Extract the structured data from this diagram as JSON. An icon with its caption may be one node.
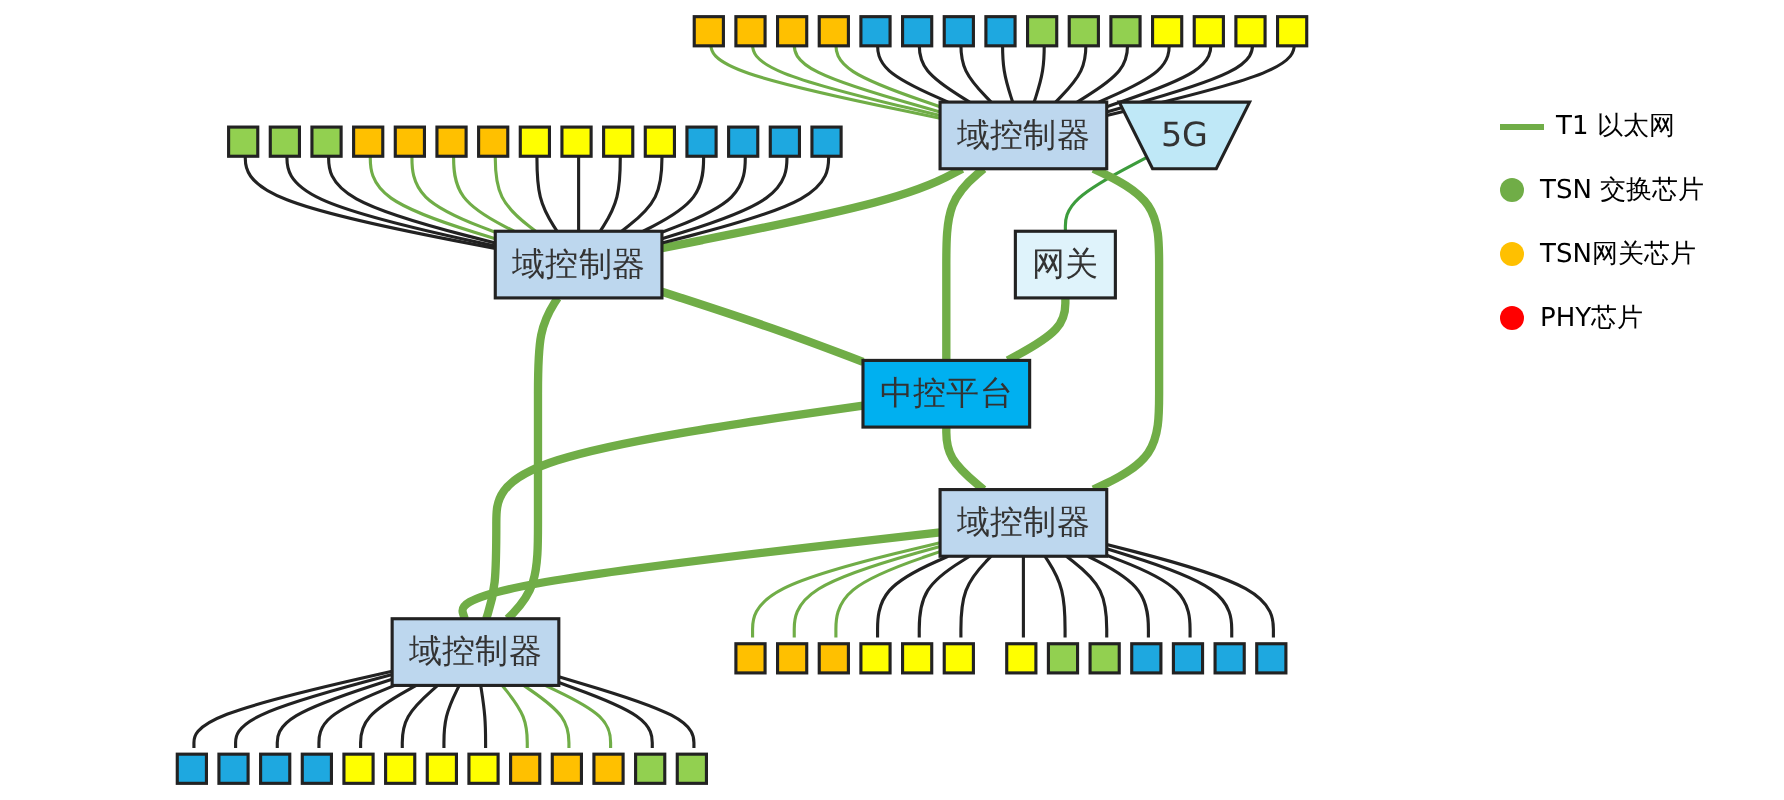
{
  "diagram": {
    "nodes": [
      {
        "text": [
          "5G"
        ]
      },
      {
        "text": [
          "网关"
        ]
      },
      {
        "text": [
          "域控制器"
        ]
      },
      {
        "text": [
          "域控制器"
        ]
      },
      {
        "text": [
          "中控平台"
        ]
      },
      {
        "text": [
          "域控制器"
        ]
      },
      {
        "text": [
          "域控制器"
        ]
      },
      {
        "text": [],
        "shape": "box"
      },
      {
        "text": [],
        "shape": "box"
      },
      {
        "text": [],
        "shape": "box"
      },
      {
        "text": [],
        "shape": "box"
      },
      {
        "text": [],
        "shape": "box"
      },
      {
        "text": [],
        "shape": "box"
      },
      {
        "text": [],
        "shape": "box"
      },
      {
        "text": [],
        "shape": "box"
      },
      {
        "text": [],
        "shape": "box"
      },
      {
        "text": [],
        "shape": "box"
      },
      {
        "text": [],
        "shape": "box"
      },
      {
        "text": [],
        "shape": "box"
      },
      {
        "text": [],
        "shape": "box"
      },
      {
        "text": [],
        "shape": "box"
      },
      {
        "text": [],
        "shape": "box"
      },
      {
        "text": [],
        "shape": "box"
      },
      {
        "text": [],
        "shape": "box"
      },
      {
        "text": [],
        "shape": "box"
      },
      {
        "text": [],
        "shape": "box"
      },
      {
        "text": [],
        "shape": "box"
      },
      {
        "text": [],
        "shape": "box"
      },
      {
        "text": [],
        "shape": "box"
      },
      {
        "text": [],
        "shape": "box"
      },
      {
        "text": [],
        "shape": "box"
      },
      {
        "text": [],
        "shape": "box"
      },
      {
        "text": [],
        "shape": "box"
      },
      {
        "text": [],
        "shape": "box"
      },
      {
        "text": [],
        "shape": "box"
      },
      {
        "text": [],
        "shape": "box"
      },
      {
        "text": [],
        "shape": "box"
      },
      {
        "text": [],
        "shape": "box"
      },
      {
        "text": [],
        "shape": "box"
      },
      {
        "text": [],
        "shape": "box"
      },
      {
        "text": [],
        "shape": "box"
      },
      {
        "text": [],
        "shape": "box"
      },
      {
        "text": [],
        "shape": "box"
      },
      {
        "text": [],
        "shape": "box"
      },
      {
        "text": [],
        "shape": "box"
      },
      {
        "text": [],
        "shape": "box"
      },
      {
        "text": [],
        "shape": "box"
      },
      {
        "text": [],
        "shape": "box"
      },
      {
        "text": [],
        "shape": "box"
      },
      {
        "text": [],
        "shape": "box"
      },
      {
        "text": [],
        "shape": "box"
      },
      {
        "text": [],
        "shape": "box"
      },
      {
        "text": [],
        "shape": "box"
      },
      {
        "text": [],
        "shape": "box"
      },
      {
        "text": [],
        "shape": "box"
      },
      {
        "text": [],
        "shape": "box"
      },
      {
        "text": [],
        "shape": "box"
      },
      {
        "text": [],
        "shape": "box"
      },
      {
        "text": [],
        "shape": "box"
      },
      {
        "text": [],
        "shape": "box"
      },
      {
        "text": [],
        "shape": "box"
      },
      {
        "text": [],
        "shape": "box"
      },
      {
        "text": [],
        "shape": "box"
      }
    ],
    "edges": [
      {
        "from": 0,
        "to": 1,
        "arrow": "none",
        "color": "#3c9c3c"
      },
      {
        "from": 1,
        "to": 4,
        "arrow": "none",
        "style": "thick",
        "color": "#70ad47"
      },
      {
        "from": 2,
        "to": 3,
        "arrow": "none",
        "style": "thick",
        "color": "#70ad47"
      },
      {
        "from": 2,
        "to": 4,
        "arrow": "none",
        "style": "thick",
        "color": "#70ad47"
      },
      {
        "from": 3,
        "to": 4,
        "arrow": "none",
        "style": "thick",
        "color": "#70ad47"
      },
      {
        "from": 2,
        "to": 5,
        "arrow": "none",
        "style": "thick",
        "color": "#70ad47"
      },
      {
        "from": 3,
        "to": 6,
        "arrow": "none",
        "style": "thick",
        "color": "#70ad47"
      },
      {
        "from": 4,
        "to": 5,
        "arrow": "none",
        "style": "thick",
        "color": "#70ad47"
      },
      {
        "from": 4,
        "to": 6,
        "arrow": "none",
        "style": "thick",
        "color": "#70ad47"
      },
      {
        "from": 5,
        "to": 6,
        "arrow": "none",
        "style": "thick",
        "color": "#70ad47"
      },
      {
        "from": 7,
        "to": 2,
        "arrow": "none"
      },
      {
        "from": 8,
        "to": 2,
        "arrow": "none"
      },
      {
        "from": 9,
        "to": 2,
        "arrow": "none"
      },
      {
        "from": 10,
        "to": 2,
        "arrow": "none"
      },
      {
        "from": 11,
        "to": 2,
        "arrow": "none"
      },
      {
        "from": 12,
        "to": 2,
        "arrow": "none"
      },
      {
        "from": 13,
        "to": 2,
        "arrow": "none"
      },
      {
        "from": 14,
        "to": 2,
        "arrow": "none"
      },
      {
        "from": 15,
        "to": 2,
        "arrow": "none"
      },
      {
        "from": 16,
        "to": 2,
        "arrow": "none"
      },
      {
        "from": 17,
        "to": 2,
        "arrow": "none"
      },
      {
        "from": 18,
        "to": 2,
        "arrow": "none",
        "color": "#70ad47"
      },
      {
        "from": 19,
        "to": 2,
        "arrow": "none",
        "color": "#70ad47"
      },
      {
        "from": 20,
        "to": 2,
        "arrow": "none",
        "color": "#70ad47"
      },
      {
        "from": 21,
        "to": 2,
        "arrow": "none",
        "color": "#70ad47"
      },
      {
        "from": 22,
        "to": 3,
        "arrow": "none"
      },
      {
        "from": 23,
        "to": 3,
        "arrow": "none"
      },
      {
        "from": 24,
        "to": 3,
        "arrow": "none"
      },
      {
        "from": 25,
        "to": 3,
        "arrow": "none"
      },
      {
        "from": 26,
        "to": 3,
        "arrow": "none"
      },
      {
        "from": 27,
        "to": 3,
        "arrow": "none"
      },
      {
        "from": 28,
        "to": 3,
        "arrow": "none"
      },
      {
        "from": 29,
        "to": 3,
        "arrow": "none"
      },
      {
        "from": 30,
        "to": 3,
        "arrow": "none",
        "color": "#70ad47"
      },
      {
        "from": 31,
        "to": 3,
        "arrow": "none",
        "color": "#70ad47"
      },
      {
        "from": 32,
        "to": 3,
        "arrow": "none",
        "color": "#70ad47"
      },
      {
        "from": 33,
        "to": 3,
        "arrow": "none",
        "color": "#70ad47"
      },
      {
        "from": 34,
        "to": 3,
        "arrow": "none"
      },
      {
        "from": 35,
        "to": 3,
        "arrow": "none"
      },
      {
        "from": 36,
        "to": 3,
        "arrow": "none"
      },
      {
        "from": 5,
        "to": 37,
        "arrow": "none",
        "color": "#70ad47"
      },
      {
        "from": 5,
        "to": 38,
        "arrow": "none",
        "color": "#70ad47"
      },
      {
        "from": 5,
        "to": 39,
        "arrow": "none",
        "color": "#70ad47"
      },
      {
        "from": 5,
        "to": 40,
        "arrow": "none"
      },
      {
        "from": 5,
        "to": 41,
        "arrow": "none"
      },
      {
        "from": 5,
        "to": 42,
        "arrow": "none"
      },
      {
        "from": 5,
        "to": 43,
        "arrow": "none"
      },
      {
        "from": 5,
        "to": 44,
        "arrow": "none"
      },
      {
        "from": 5,
        "to": 45,
        "arrow": "none"
      },
      {
        "from": 5,
        "to": 46,
        "arrow": "none"
      },
      {
        "from": 5,
        "to": 47,
        "arrow": "none"
      },
      {
        "from": 5,
        "to": 48,
        "arrow": "none"
      },
      {
        "from": 5,
        "to": 49,
        "arrow": "none"
      },
      {
        "from": 6,
        "to": 50,
        "arrow": "none"
      },
      {
        "from": 6,
        "to": 51,
        "arrow": "none"
      },
      {
        "from": 6,
        "to": 52,
        "arrow": "none"
      },
      {
        "from": 6,
        "to": 53,
        "arrow": "none"
      },
      {
        "from": 6,
        "to": 54,
        "arrow": "none"
      },
      {
        "from": 6,
        "to": 55,
        "arrow": "none"
      },
      {
        "from": 6,
        "to": 56,
        "arrow": "none"
      },
      {
        "from": 6,
        "to": 57,
        "arrow": "none"
      },
      {
        "from": 6,
        "to": 58,
        "arrow": "none",
        "color": "#70ad47"
      },
      {
        "from": 6,
        "to": 59,
        "arrow": "none",
        "color": "#70ad47"
      },
      {
        "from": 6,
        "to": 60,
        "arrow": "none",
        "color": "#70ad47"
      },
      {
        "from": 6,
        "to": 61,
        "arrow": "none"
      },
      {
        "from": 6,
        "to": 62,
        "arrow": "none"
      }
    ],
    "legend": [
      {
        "text": "T1 以太网"
      },
      {
        "text": "TSN 交换芯片",
        "color": "#70ad47"
      },
      {
        "text": "TSN网关芯片",
        "color": "#ffc000"
      },
      {
        "text": "PHY芯片",
        "color": "#ff0000"
      }
    ]
  }
}
